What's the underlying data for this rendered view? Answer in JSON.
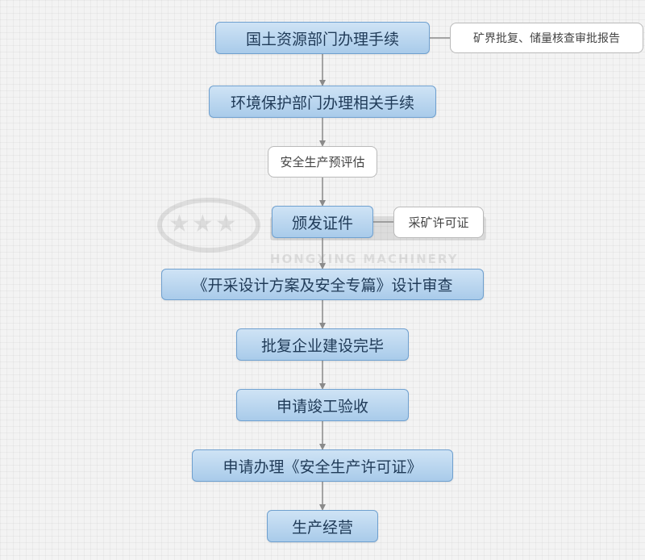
{
  "flowchart": {
    "steps": [
      "国土资源部门办理手续",
      "环境保护部门办理相关手续",
      "安全生产预评估",
      "颁发证件",
      "《开采设计方案及安全专篇》设计审查",
      "批复企业建设完毕",
      "申请竣工验收",
      "申请办理《安全生产许可证》",
      "生产经营"
    ],
    "side_notes": [
      "矿界批复、储量核查审批报告",
      "采矿许可证"
    ]
  },
  "colors": {
    "node_fill": "#b9d6ef",
    "node_border": "#6fa0cf",
    "node_text": "#1f3a57",
    "arrow": "#8a8a8a"
  }
}
